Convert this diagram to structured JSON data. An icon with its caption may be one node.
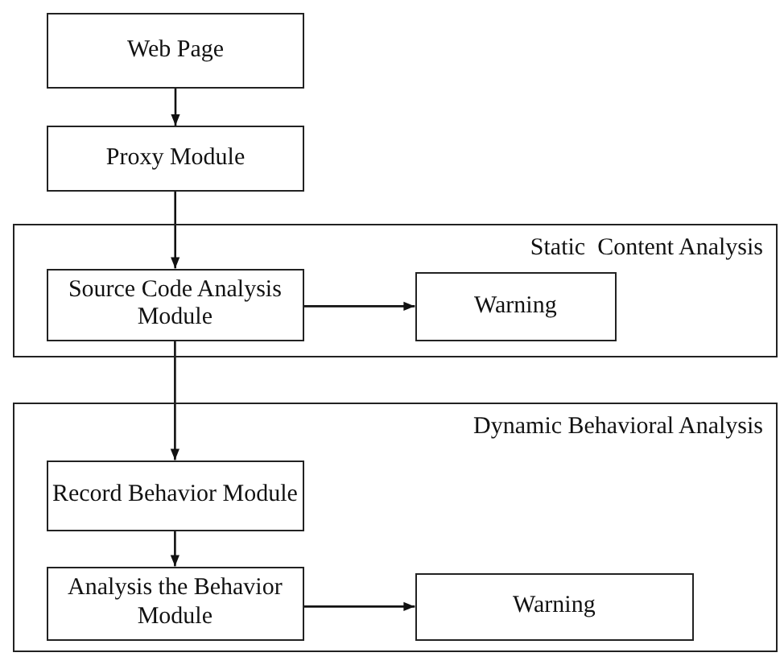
{
  "diagram": {
    "nodes": [
      {
        "text": [
          "Web Page"
        ]
      },
      {
        "text": [
          "Proxy Module"
        ]
      },
      {
        "text": [
          "Static  Content Analysis"
        ]
      },
      {
        "text": [
          "Source Code Analysis Module"
        ],
        "in": 2
      },
      {
        "text": [
          "Warning"
        ],
        "in": 2
      },
      {
        "text": [
          "Dynamic Behavioral Analysis"
        ]
      },
      {
        "text": [
          "Record Behavior Module"
        ],
        "in": 5
      },
      {
        "text": [
          "Analysis the Behavior Module"
        ],
        "in": 5
      },
      {
        "text": [
          "Warning"
        ],
        "in": 5
      }
    ],
    "edges": [
      {
        "from": 0,
        "to": 1,
        "arrow": "to"
      },
      {
        "from": 1,
        "to": 3,
        "arrow": "to"
      },
      {
        "from": 3,
        "to": 4,
        "arrow": "to"
      },
      {
        "from": 3,
        "to": 6,
        "arrow": "to"
      },
      {
        "from": 6,
        "to": 7,
        "arrow": "to"
      },
      {
        "from": 7,
        "to": 8,
        "arrow": "to"
      }
    ]
  }
}
